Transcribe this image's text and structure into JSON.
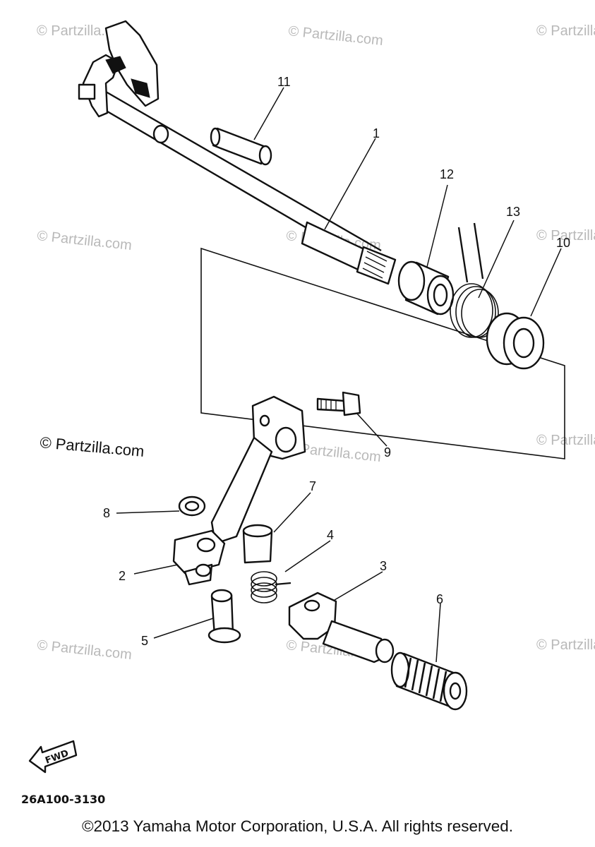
{
  "watermarks": {
    "text": "© Partzilla.com",
    "prominent": "© Partzilla.com"
  },
  "callouts": {
    "p1": "1",
    "p2": "2",
    "p3": "3",
    "p4": "4",
    "p5": "5",
    "p6": "6",
    "p7": "7",
    "p8": "8",
    "p9": "9",
    "p10": "10",
    "p11": "11",
    "p12": "12",
    "p13": "13"
  },
  "fwd_label": "FWD",
  "diagram_code": "26A100-3130",
  "copyright": "©2013 Yamaha Motor Corporation, U.S.A. All rights reserved."
}
